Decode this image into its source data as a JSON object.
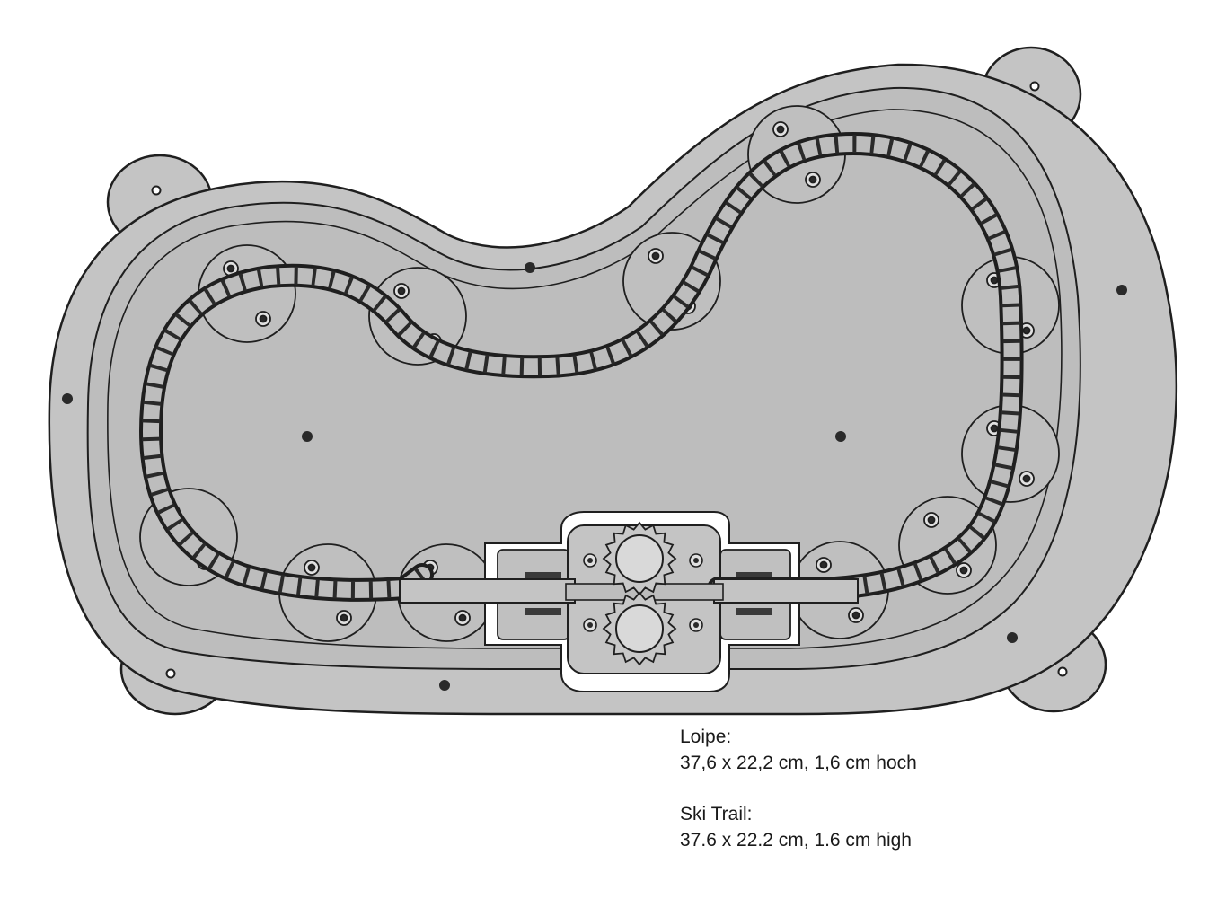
{
  "diagram": {
    "name": "ski-trail-track-plan",
    "colors": {
      "plate": "#c4c4c4",
      "inner_plate": "#bdbdbd",
      "outline": "#1f1f1f",
      "track": "#2b2b2b",
      "gear": "#d9d9d9",
      "cutout": "#ffffff"
    }
  },
  "captions": {
    "german": {
      "heading": "Loipe:",
      "dimensions": "37,6 x 22,2 cm, 1,6 cm hoch"
    },
    "english": {
      "heading": "Ski Trail:",
      "dimensions": "37.6 x 22.2 cm, 1.6 cm high"
    }
  }
}
